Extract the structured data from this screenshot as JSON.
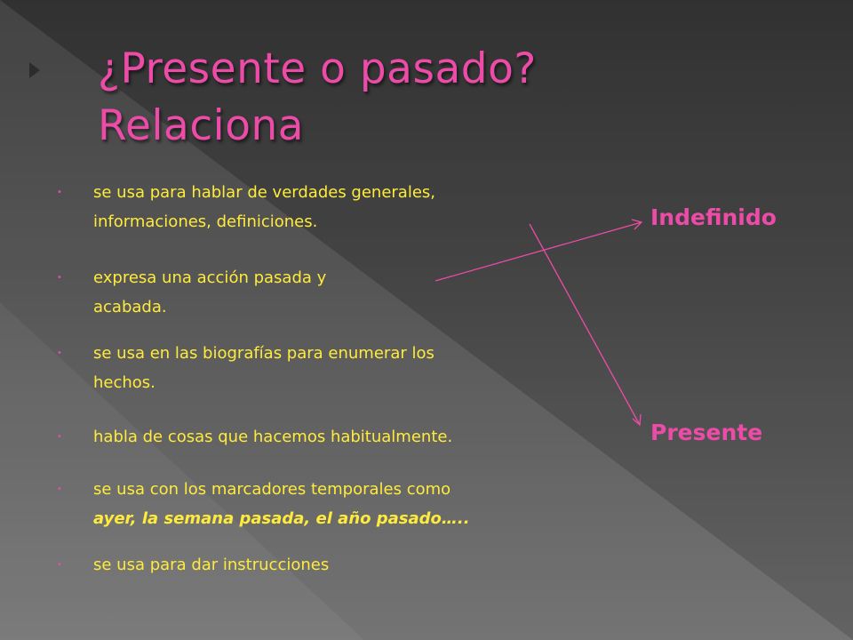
{
  "slide": {
    "title_line1": "¿Presente o pasado?",
    "title_line2": "Relaciona"
  },
  "bullets": [
    {
      "line1": "se usa para hablar de verdades generales,",
      "line2": "informaciones, definiciones."
    },
    {
      "line1": "expresa una acción pasada  y",
      "line2": "acabada."
    },
    {
      "line1": "se usa en las biografías para enumerar los",
      "line2": "hechos."
    },
    {
      "line1": "habla de cosas que hacemos habitualmente."
    },
    {
      "line1": "se usa con los marcadores temporales como",
      "line2": "ayer, la semana pasada, el año pasado….."
    },
    {
      "line1": "se usa para dar instrucciones"
    }
  ],
  "answers": {
    "indefinido": "Indefinido",
    "presente": "Presente"
  },
  "colors": {
    "accent_pink": "#ec4ca8",
    "text_yellow": "#ffeb3b",
    "bullet_pink": "#ec4ca8"
  },
  "icons": {
    "slide_marker": "triangle-right-icon",
    "bullet": "bullet-dot-icon"
  }
}
